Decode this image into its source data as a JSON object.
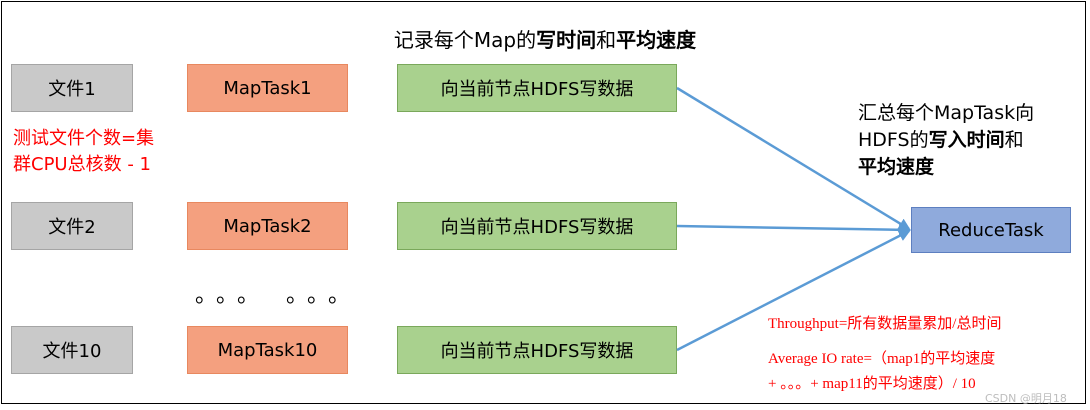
{
  "title": {
    "part1": "记录每个Map的",
    "bold1": "写时间",
    "part2": "和",
    "bold2": "平均速度"
  },
  "rows": [
    {
      "file": "文件1",
      "task": "MapTask1",
      "hdfs": "向当前节点HDFS写数据"
    },
    {
      "file": "文件2",
      "task": "MapTask2",
      "hdfs": "向当前节点HDFS写数据"
    },
    {
      "file": "文件10",
      "task": "MapTask10",
      "hdfs": "向当前节点HDFS写数据"
    }
  ],
  "ellipsis": "。。。 。。。",
  "note": {
    "line1": "测试文件个数=集",
    "line2": "群CPU总核数 - 1"
  },
  "summary": {
    "line1": "汇总每个MapTask向",
    "line2a": "HDFS的",
    "line2b": "写入时间",
    "line2c": "和",
    "line3": "平均速度"
  },
  "reduce": "ReduceTask",
  "formulas": {
    "throughput": "Throughput=所有数据量累加/总时间",
    "avg1": "Average IO rate=（map1的平均速度",
    "avg2": "+ 。。。+ map11的平均速度）/ 10"
  },
  "watermark": "CSDN @明月18",
  "colors": {
    "file": "#c9c9c9",
    "task": "#f4a07f",
    "hdfs": "#a9d18e",
    "reduce": "#8faadc",
    "arrow": "#5b9bd5",
    "note": "#ff0000"
  }
}
